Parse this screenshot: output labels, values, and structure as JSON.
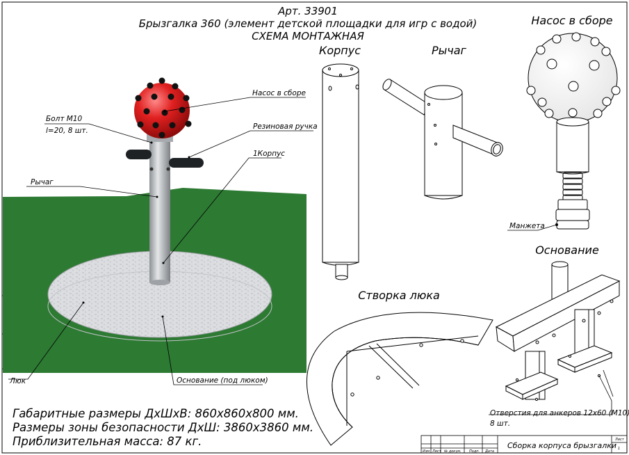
{
  "header": {
    "article": "Арт. 33901",
    "product": "Брызгалка 360 (элемент детской площадки для игр с водой)",
    "scheme": "СХЕМА МОНТАЖНАЯ"
  },
  "sections": {
    "body": "Корпус",
    "lever": "Рычаг",
    "pump": "Насос в сборе",
    "base": "Основание",
    "hatch": "Створка люка"
  },
  "callouts": {
    "pump_assembly": "Насос в сборе",
    "bolt_line1": "Болт М10",
    "bolt_line2": "l=20, 8 шт.",
    "rubber_grip": "Резиновая ручка",
    "body_part": "1Корпус",
    "lever": "Рычаг",
    "hatch": "Люк",
    "base_under_hatch": "Основание (под люком)",
    "cuff": "Манжета",
    "anchor_holes_line1": "Отверстия для анкеров 12х60 (М10)",
    "anchor_holes_line2": "8 шт."
  },
  "specs": {
    "dimensions": "Габаритные размеры ДхШхВ: 860х860х800 мм.",
    "safety_zone": "Размеры зоны безопасности ДхШ: 3860х3860 мм.",
    "mass": "Приблизительная масса: 87 кг."
  },
  "title_block": {
    "drawing_title": "Сборка корпуса брызгалки",
    "sheet_label": "Лист",
    "sheet_number": "1",
    "cols": [
      "Изм",
      "Лист",
      "№ докум.",
      "Подп.",
      "Дата"
    ]
  },
  "colors": {
    "grass": "#2d7a33",
    "ball": "#d81e1e",
    "metal": "#b9bcbf",
    "disc": "#dedfe1",
    "line": "#000000"
  }
}
